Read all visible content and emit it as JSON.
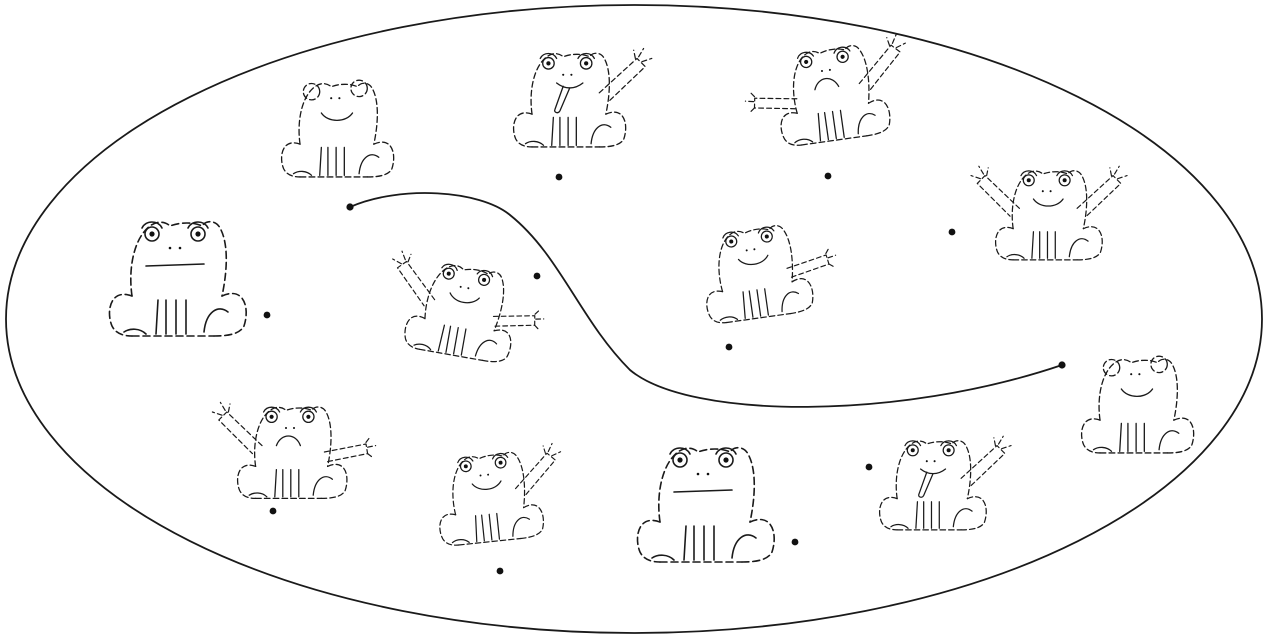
{
  "figure": {
    "description_free": true,
    "colors": {
      "ink": "#1a1a1a",
      "background": "#ffffff"
    },
    "frogs": [
      {
        "id": "frog-1",
        "pose": "plain",
        "tongue": false
      },
      {
        "id": "frog-2",
        "pose": "arm-up",
        "tongue": true
      },
      {
        "id": "frog-3",
        "pose": "arms-out",
        "tongue": false
      },
      {
        "id": "frog-4",
        "pose": "arms-up",
        "tongue": false
      },
      {
        "id": "frog-5",
        "pose": "plain",
        "tongue": false
      },
      {
        "id": "frog-6",
        "pose": "arms-out",
        "tongue": false
      },
      {
        "id": "frog-7",
        "pose": "arm-out",
        "tongue": false
      },
      {
        "id": "frog-8",
        "pose": "plain",
        "tongue": false
      },
      {
        "id": "frog-9",
        "pose": "arms-out",
        "tongue": false
      },
      {
        "id": "frog-10",
        "pose": "arm-up",
        "tongue": false
      },
      {
        "id": "frog-11",
        "pose": "plain",
        "tongue": false
      },
      {
        "id": "frog-12",
        "pose": "arm-up",
        "tongue": true
      }
    ],
    "dots_count": 12,
    "curve_endpoints": 2
  }
}
